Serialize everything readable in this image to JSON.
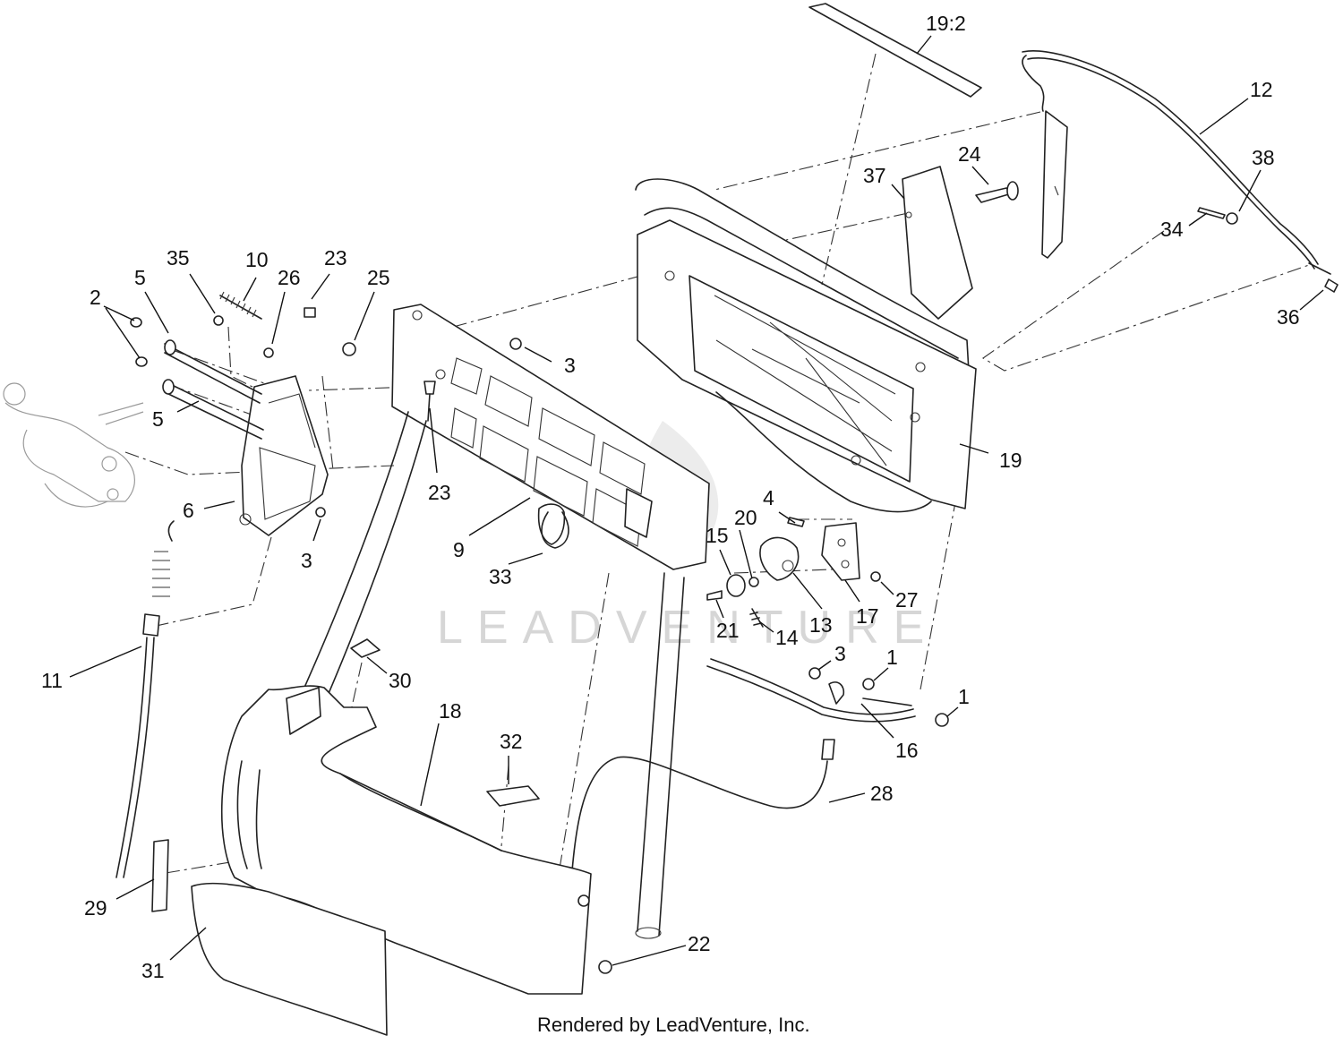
{
  "watermark": "LEADVENTURE",
  "footer": "Rendered by LeadVenture, Inc.",
  "callouts": [
    {
      "id": "19-2",
      "text": "19:2"
    },
    {
      "id": "12",
      "text": "12"
    },
    {
      "id": "24",
      "text": "24"
    },
    {
      "id": "37",
      "text": "37"
    },
    {
      "id": "38",
      "text": "38"
    },
    {
      "id": "34",
      "text": "34"
    },
    {
      "id": "36",
      "text": "36"
    },
    {
      "id": "35",
      "text": "35"
    },
    {
      "id": "10",
      "text": "10"
    },
    {
      "id": "23a",
      "text": "23"
    },
    {
      "id": "26",
      "text": "26"
    },
    {
      "id": "25",
      "text": "25"
    },
    {
      "id": "2",
      "text": "2"
    },
    {
      "id": "5a",
      "text": "5"
    },
    {
      "id": "5b",
      "text": "5"
    },
    {
      "id": "3a",
      "text": "3"
    },
    {
      "id": "6",
      "text": "6"
    },
    {
      "id": "3b",
      "text": "3"
    },
    {
      "id": "23b",
      "text": "23"
    },
    {
      "id": "9",
      "text": "9"
    },
    {
      "id": "33",
      "text": "33"
    },
    {
      "id": "19",
      "text": "19"
    },
    {
      "id": "4",
      "text": "4"
    },
    {
      "id": "20",
      "text": "20"
    },
    {
      "id": "15",
      "text": "15"
    },
    {
      "id": "27",
      "text": "27"
    },
    {
      "id": "17",
      "text": "17"
    },
    {
      "id": "13",
      "text": "13"
    },
    {
      "id": "21",
      "text": "21"
    },
    {
      "id": "14",
      "text": "14"
    },
    {
      "id": "3c",
      "text": "3"
    },
    {
      "id": "1a",
      "text": "1"
    },
    {
      "id": "1b",
      "text": "1"
    },
    {
      "id": "16",
      "text": "16"
    },
    {
      "id": "11",
      "text": "11"
    },
    {
      "id": "30",
      "text": "30"
    },
    {
      "id": "18",
      "text": "18"
    },
    {
      "id": "32",
      "text": "32"
    },
    {
      "id": "28",
      "text": "28"
    },
    {
      "id": "29",
      "text": "29"
    },
    {
      "id": "31",
      "text": "31"
    },
    {
      "id": "22",
      "text": "22"
    }
  ]
}
